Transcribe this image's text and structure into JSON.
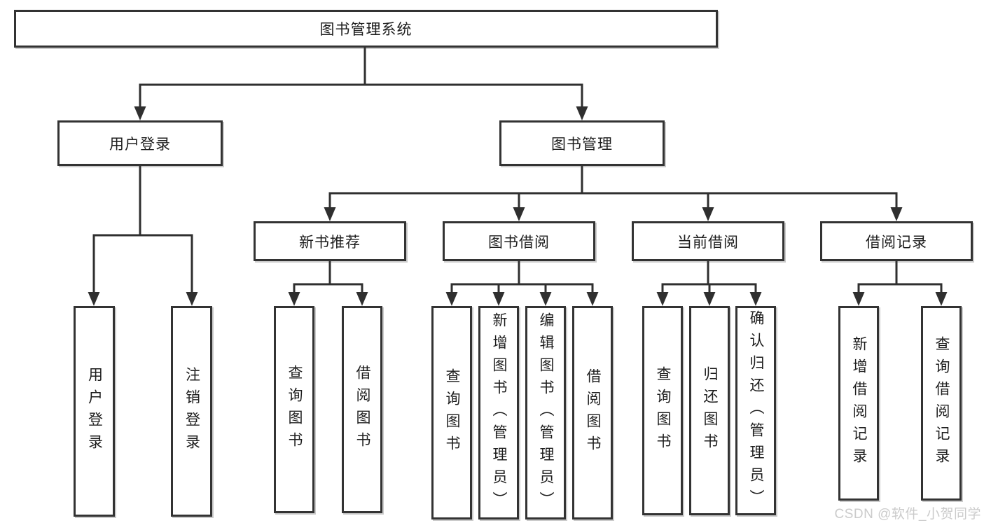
{
  "diagram": {
    "nodes": {
      "root": "图书管理系统",
      "user_login": "用户登录",
      "book_management": "图书管理",
      "new_book_recommend": "新书推荐",
      "book_borrow": "图书借阅",
      "current_borrow": "当前借阅",
      "borrow_records": "借阅记录"
    },
    "leaves": {
      "user_login": [
        "用户登录",
        "注销登录"
      ],
      "new_book_recommend": [
        "查询图书",
        "借阅图书"
      ],
      "book_borrow": [
        "查询图书",
        "新增图书（管理员）",
        "编辑图书（管理员）",
        "借阅图书"
      ],
      "current_borrow": [
        "查询图书",
        "归还图书",
        "确认归还（管理员）"
      ],
      "borrow_records": [
        "新增借阅记录",
        "查询借阅记录"
      ]
    },
    "watermark": "CSDN @软件_小贺同学",
    "colors": {
      "line": "#2f2f2f",
      "box_border": "#333333",
      "text": "#1e1e1e",
      "watermark": "#cbcbcb",
      "background": "#ffffff"
    }
  }
}
